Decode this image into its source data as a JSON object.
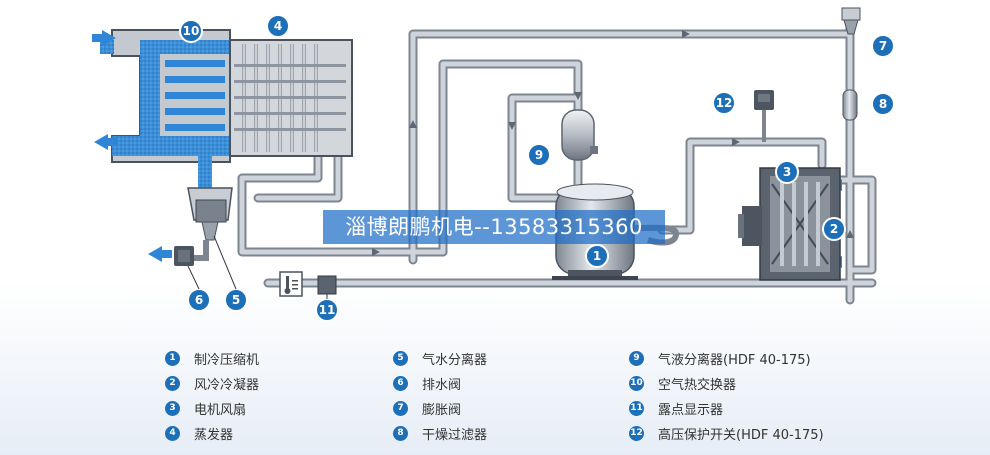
{
  "colors": {
    "pipe": "#c5cad2",
    "pipe_edge": "#7d8591",
    "water": "#3b8fd9",
    "badge": "#1d6fb8",
    "arrow": "#2f86d6",
    "component_dark": "#4d5560",
    "component_mid": "#8a929c",
    "legend_text": "#333333"
  },
  "diagram": {
    "badges": [
      {
        "id": "1",
        "label": "1"
      },
      {
        "id": "2",
        "label": "2"
      },
      {
        "id": "3",
        "label": "3"
      },
      {
        "id": "4",
        "label": "4"
      },
      {
        "id": "5",
        "label": "5"
      },
      {
        "id": "6",
        "label": "6"
      },
      {
        "id": "7",
        "label": "7"
      },
      {
        "id": "8",
        "label": "8"
      },
      {
        "id": "9",
        "label": "9"
      },
      {
        "id": "10",
        "label": "10"
      },
      {
        "id": "11",
        "label": "11"
      },
      {
        "id": "12",
        "label": "12"
      }
    ]
  },
  "legend": {
    "items": [
      {
        "num": "1",
        "label": "制冷压缩机"
      },
      {
        "num": "2",
        "label": "风冷冷凝器"
      },
      {
        "num": "3",
        "label": "电机风扇"
      },
      {
        "num": "4",
        "label": "蒸发器"
      },
      {
        "num": "5",
        "label": "气水分离器"
      },
      {
        "num": "6",
        "label": "排水阀"
      },
      {
        "num": "7",
        "label": "膨胀阀"
      },
      {
        "num": "8",
        "label": "干燥过滤器"
      },
      {
        "num": "9",
        "label": "气液分离器(HDF 40-175)"
      },
      {
        "num": "10",
        "label": "空气热交换器"
      },
      {
        "num": "11",
        "label": "露点显示器"
      },
      {
        "num": "12",
        "label": "高压保护开关(HDF 40-175)"
      }
    ]
  },
  "watermark": {
    "text": "淄博朗鹏机电--13583315360"
  }
}
